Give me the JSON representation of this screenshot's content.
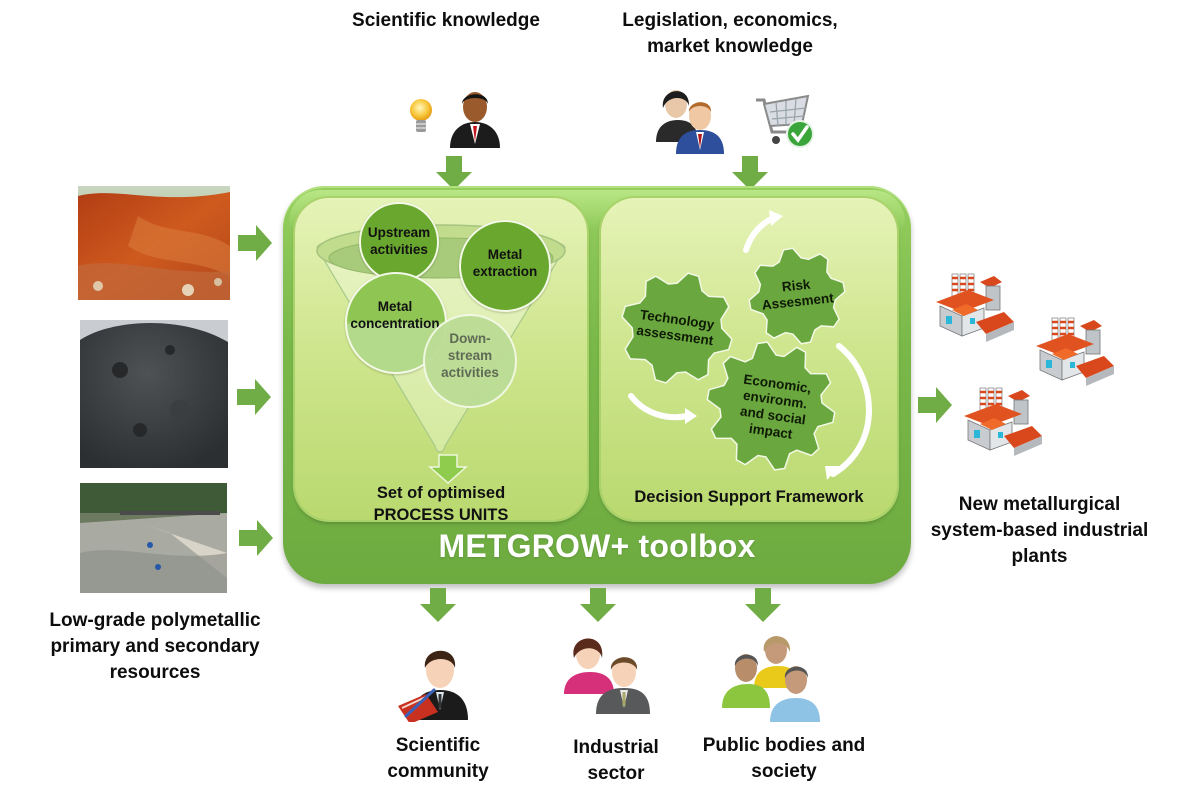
{
  "top_inputs": {
    "scientific_knowledge": "Scientific knowledge",
    "legislation_line1": "Legislation, economics,",
    "legislation_line2": "market knowledge"
  },
  "left_inputs": {
    "photos": [
      {
        "name": "red-laterite-mine-photo",
        "alt": "Red laterite open pit"
      },
      {
        "name": "grey-powder-residue-photo",
        "alt": "Grey powder residue pile"
      },
      {
        "name": "tailings-site-photo",
        "alt": "Tailings / secondary resource site"
      }
    ],
    "caption_line1": "Low-grade polymetallic",
    "caption_line2": "primary and secondary",
    "caption_line3": "resources"
  },
  "toolbox": {
    "title": "METGROW+ toolbox",
    "process_panel": {
      "circles": [
        {
          "line1": "Upstream",
          "line2": "activities"
        },
        {
          "line1": "Metal",
          "line2": "extraction"
        },
        {
          "line1": "Metal",
          "line2": "concentration"
        },
        {
          "line1": "Down-",
          "line2": "stream",
          "line3": "activities"
        }
      ],
      "caption_line1": "Set of optimised",
      "caption_line2": "PROCESS UNITS"
    },
    "decision_panel": {
      "gears": [
        {
          "line1": "Technology",
          "line2": "assessment"
        },
        {
          "line1": "Risk",
          "line2": "Assesment"
        },
        {
          "line1": "Economic,",
          "line2": "environm.",
          "line3": "and social",
          "line4": "impact"
        }
      ],
      "caption": "Decision Support Framework"
    }
  },
  "right_output": {
    "caption_line1": "New metallurgical",
    "caption_line2": "system-based industrial",
    "caption_line3": "plants"
  },
  "bottom_outputs": [
    {
      "line1": "Scientific",
      "line2": "community"
    },
    {
      "line1": "Industrial",
      "line2": "sector"
    },
    {
      "line1": "Public bodies and",
      "line2": "society"
    }
  ],
  "colors": {
    "arrow_green": "#70ad47",
    "toolbox_green": "#7ab84a",
    "panel_light": "#d6eb9c",
    "circle_dark": "#6aa72e",
    "circle_light": "#a8d56a",
    "gear_green": "#6aa73f"
  }
}
